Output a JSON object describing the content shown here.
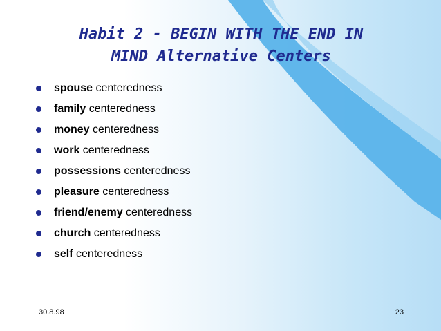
{
  "slide": {
    "title_line1": "Habit 2 - BEGIN WITH THE END IN",
    "title_line2": "MIND Alternative Centers",
    "items": [
      {
        "bold": "spouse",
        "rest": " centeredness"
      },
      {
        "bold": "family",
        "rest": " centeredness"
      },
      {
        "bold": "money",
        "rest": " centeredness"
      },
      {
        "bold": "work",
        "rest": " centeredness"
      },
      {
        "bold": "possessions",
        "rest": " centeredness"
      },
      {
        "bold": "pleasure",
        "rest": " centeredness"
      },
      {
        "bold": "friend/enemy",
        "rest": " centeredness"
      },
      {
        "bold": "church",
        "rest": " centeredness"
      },
      {
        "bold": "self",
        "rest": " centeredness"
      }
    ],
    "footer_date": "30.8.98",
    "page_number": "23"
  },
  "colors": {
    "title": "#1f2a8f",
    "bullet": "#1f2a8f",
    "swoosh": "#5ab3ea",
    "background_light": "#c7e6f8"
  }
}
